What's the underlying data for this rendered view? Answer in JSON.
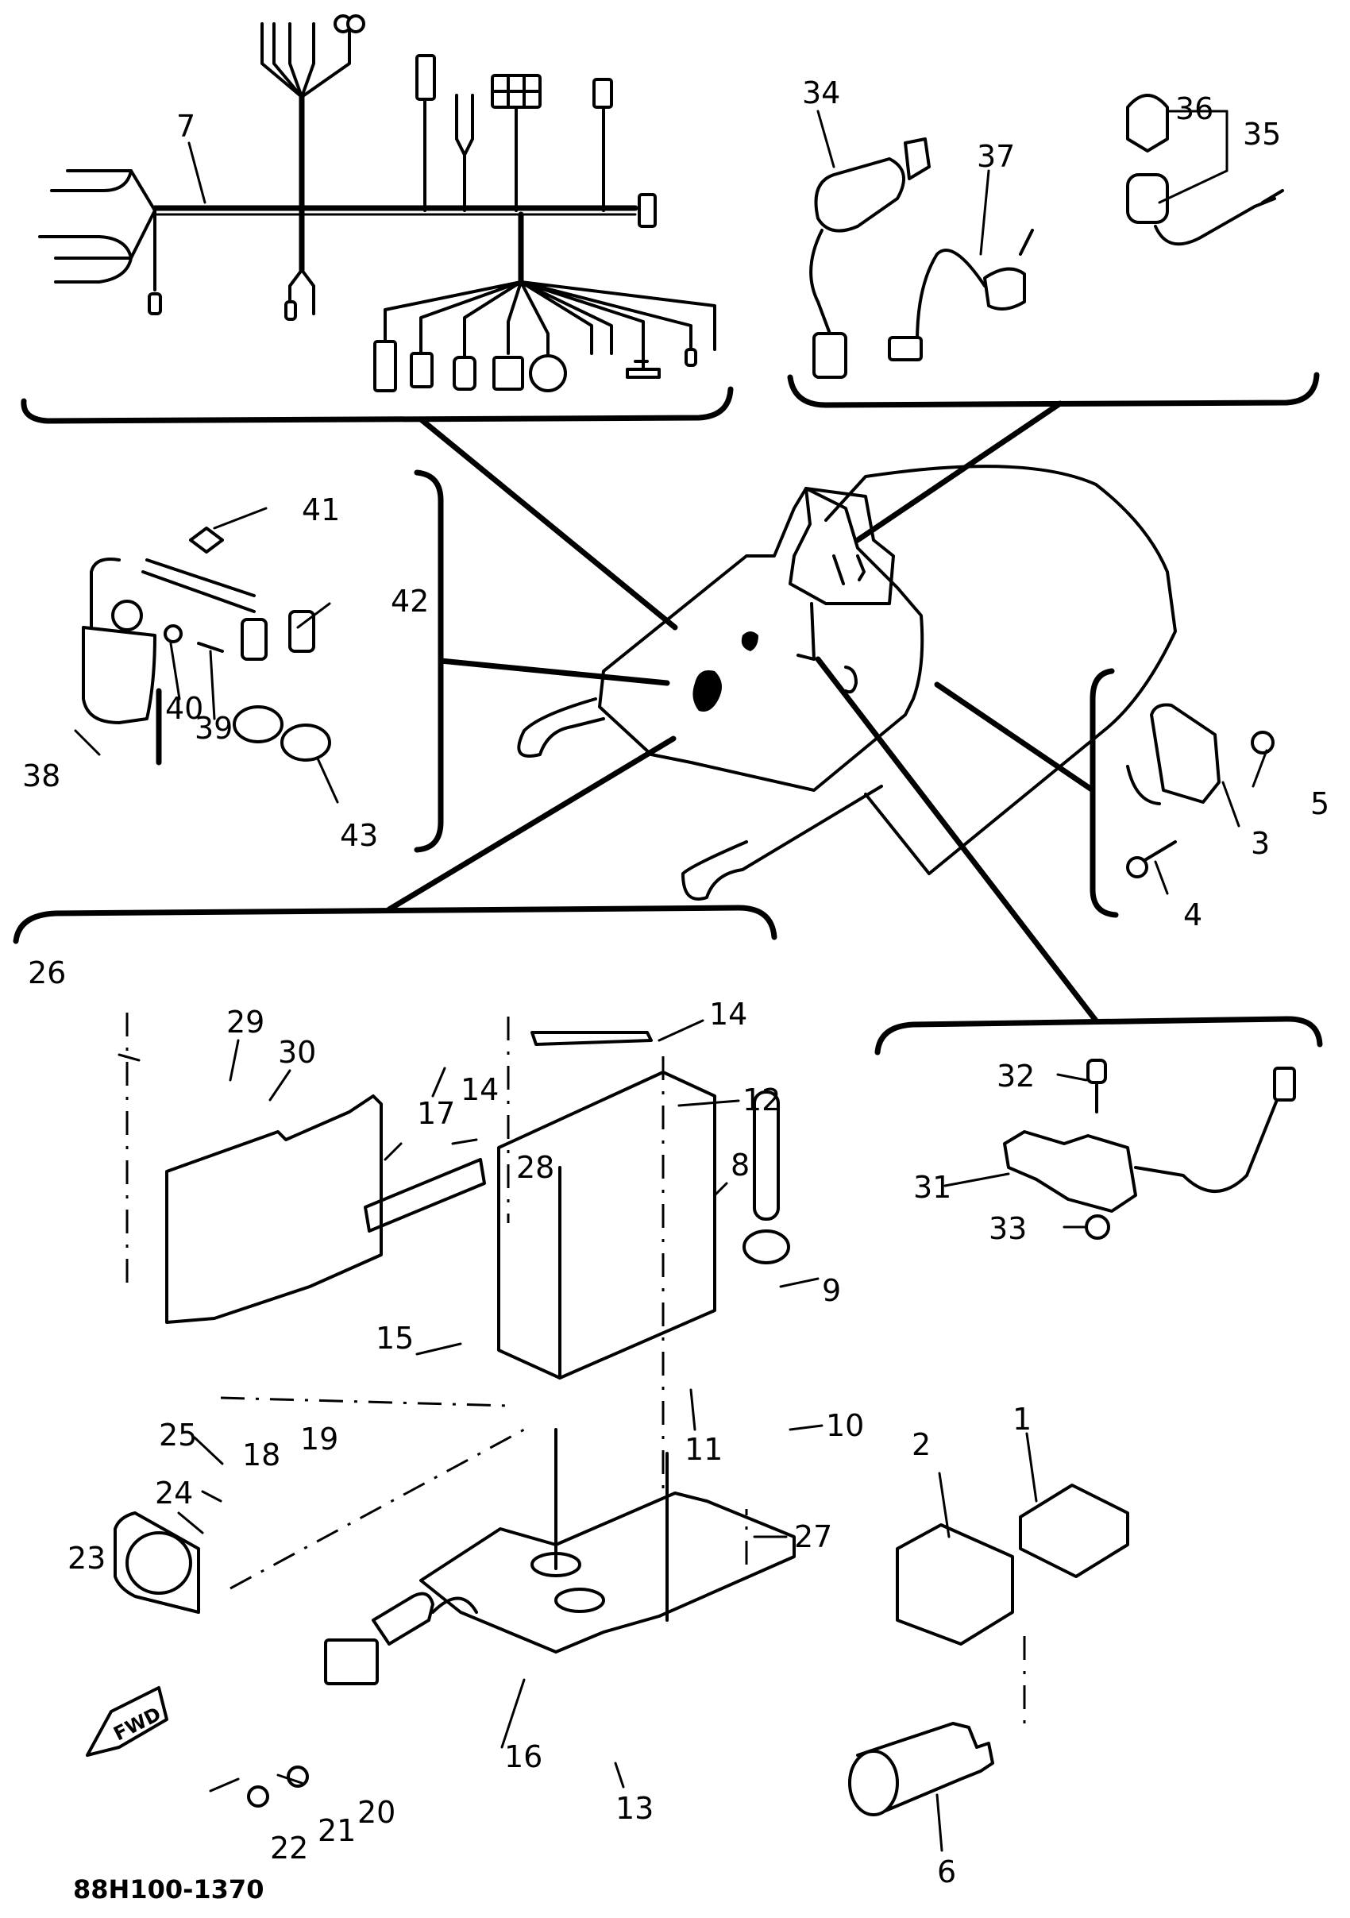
{
  "figure": {
    "type": "exploded parts diagram",
    "subject": "snowmobile electrical components",
    "footer_code": "88H100-1370",
    "direction_label": "FWD"
  },
  "groups": [
    {
      "id": "wire-harness",
      "parts": [
        "7"
      ]
    },
    {
      "id": "main-switch-and-lights",
      "parts": [
        "34",
        "35",
        "36",
        "37"
      ]
    },
    {
      "id": "ignition-coil",
      "parts": [
        "38",
        "39",
        "40",
        "41",
        "42",
        "43"
      ]
    },
    {
      "id": "rectifier-regulator-side",
      "parts": [
        "3",
        "4",
        "5"
      ]
    },
    {
      "id": "connector-block",
      "parts": [
        "31",
        "32",
        "33"
      ]
    },
    {
      "id": "battery-and-bracket",
      "parts": [
        "8",
        "9",
        "10",
        "11",
        "12",
        "13",
        "14",
        "15",
        "16",
        "17",
        "18",
        "19",
        "20",
        "21",
        "22",
        "23",
        "24",
        "25",
        "26",
        "27",
        "28",
        "29",
        "30"
      ]
    },
    {
      "id": "cdi-and-regulator",
      "parts": [
        "1",
        "2",
        "6"
      ]
    }
  ],
  "callouts": {
    "p1": "1",
    "p2": "2",
    "p3": "3",
    "p4": "4",
    "p5": "5",
    "p6": "6",
    "p7": "7",
    "p8": "8",
    "p9": "9",
    "p10": "10",
    "p11": "11",
    "p12": "12",
    "p13": "13",
    "p14a": "14",
    "p14b": "14",
    "p15": "15",
    "p16": "16",
    "p17": "17",
    "p18": "18",
    "p19": "19",
    "p20": "20",
    "p21": "21",
    "p22": "22",
    "p23": "23",
    "p24": "24",
    "p25": "25",
    "p26": "26",
    "p27": "27",
    "p28": "28",
    "p29": "29",
    "p30": "30",
    "p31": "31",
    "p32": "32",
    "p33": "33",
    "p34": "34",
    "p35": "35",
    "p36": "36",
    "p37": "37",
    "p38": "38",
    "p39": "39",
    "p40": "40",
    "p41": "41",
    "p42": "42",
    "p43": "43"
  }
}
